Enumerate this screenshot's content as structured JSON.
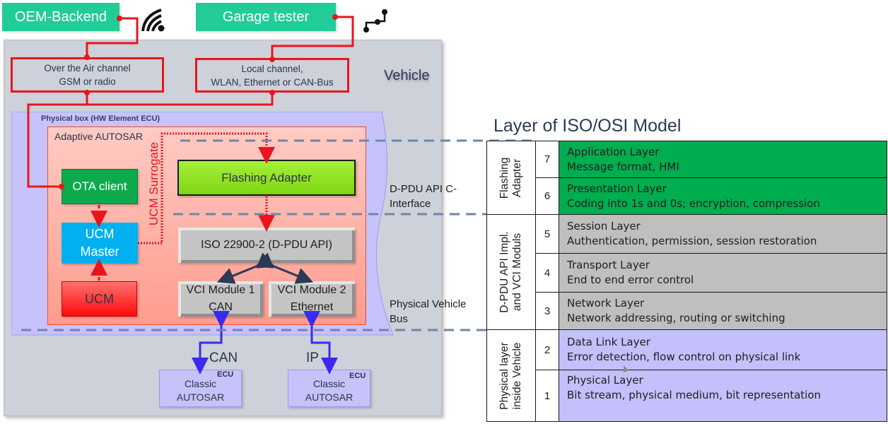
{
  "top": {
    "oem_backend": "OEM-Backend",
    "garage_tester": "Garage tester",
    "wireless_icon": "wifi-icon",
    "wired_icon": "network-wire-icon"
  },
  "vehicle": {
    "label": "Vehicle",
    "ota_channel": [
      "Over the Air channel",
      "GSM or radio"
    ],
    "local_channel": [
      "Local channel,",
      "WLAN, Ethernet or CAN-Bus"
    ],
    "physical_box_label": "Physical box (HW Element ECU)",
    "adaptive_label": "Adaptive AUTOSAR",
    "ota_client": "OTA client",
    "ucm_master": [
      "UCM",
      "Master"
    ],
    "ucm": "UCM",
    "ucm_surrogate": "UCM Surrogate",
    "flashing_adapter": "Flashing Adapter",
    "dpdu_api": "ISO 22900-2 (D-PDU API)",
    "vci1": [
      "VCI Module 1",
      "CAN"
    ],
    "vci2": [
      "VCI Module 2",
      "Ethernet"
    ],
    "can_label": "CAN",
    "ip_label": "IP",
    "classic1": [
      "Classic",
      "AUTOSAR"
    ],
    "classic2": [
      "Classic",
      "AUTOSAR"
    ],
    "ecu_tag": "ECU"
  },
  "side_labels": {
    "dpdu_c_interface": [
      "D-PDU API C-",
      "Interface"
    ],
    "physical_vehicle_bus": [
      "Physical Vehicle",
      "Bus"
    ]
  },
  "osi": {
    "title": "Layer of ISO/OSI Model",
    "groups": [
      {
        "label": [
          "Flashing",
          "Adapter"
        ],
        "rows": 2
      },
      {
        "label": [
          "D-PDU API Impl.",
          "and VCI Moduls"
        ],
        "rows": 3
      },
      {
        "label": [
          "Physical layer",
          "inside Vehicle"
        ],
        "rows": 2
      }
    ],
    "layers": [
      {
        "num": "7",
        "title": "Application Layer",
        "desc": "Message format, HMI",
        "color": "#00ad4f"
      },
      {
        "num": "6",
        "title": "Presentation Layer",
        "desc": "Coding into 1s and 0s; encryption, compression",
        "color": "#00ad4f"
      },
      {
        "num": "5",
        "title": "Session Layer",
        "desc": "Authentication, permission, session restoration",
        "color": "#bfbfbf"
      },
      {
        "num": "4",
        "title": "Transport Layer",
        "desc": "End to end error control",
        "color": "#bfbfbf"
      },
      {
        "num": "3",
        "title": "Network Layer",
        "desc": "Network addressing, routing or switching",
        "color": "#bfbfbf"
      },
      {
        "num": "2",
        "title": "Data Link Layer",
        "desc": "Error detection, flow control on physical link",
        "color": "#c3c0fb"
      },
      {
        "num": "1",
        "title": "Physical Layer",
        "desc": "Bit stream, physical medium, bit representation",
        "color": "#c3c0fb"
      }
    ]
  },
  "colors": {
    "connector_red": "#e8161c",
    "bus_blue": "#3a2af0",
    "dashed_separator": "#6f86a8",
    "navy_arrow": "#2b3a55"
  }
}
